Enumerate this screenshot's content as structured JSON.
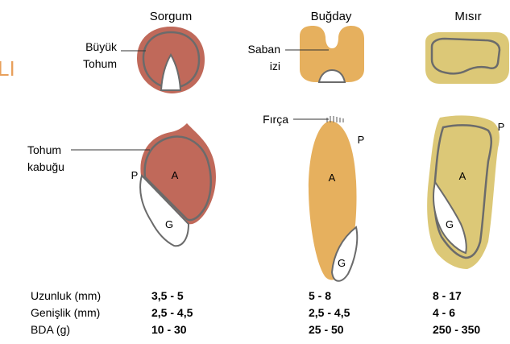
{
  "edge_text": "LI",
  "columns": [
    {
      "name": "Sorgum"
    },
    {
      "name": "Buğday"
    },
    {
      "name": "Mısır"
    }
  ],
  "callouts": {
    "buyuk_tohum": [
      "Büyük",
      "Tohum"
    ],
    "saban_izi": [
      "Saban",
      "izi"
    ],
    "firca": "Fırça",
    "tohum_kabugu": [
      "Tohum",
      "kabuğu"
    ]
  },
  "parts": {
    "A": "A",
    "G": "G",
    "P": "P"
  },
  "measurements": {
    "rows": [
      {
        "label": "Uzunluk (mm)",
        "values": [
          "3,5 - 5",
          "5 - 8",
          "8 - 17"
        ]
      },
      {
        "label": "Genişlik (mm)",
        "values": [
          "2,5 - 4,5",
          "2,5 - 4,5",
          "4 - 6"
        ]
      },
      {
        "label": "BDA (g)",
        "values": [
          "10 - 30",
          "25 - 50",
          "250 - 350"
        ]
      }
    ]
  },
  "colors": {
    "sorghum": "#c0695a",
    "wheat": "#e6b05e",
    "maize": "#dcc877",
    "outline": "#6b6b6b",
    "accent_edge": "#e8a05c"
  }
}
